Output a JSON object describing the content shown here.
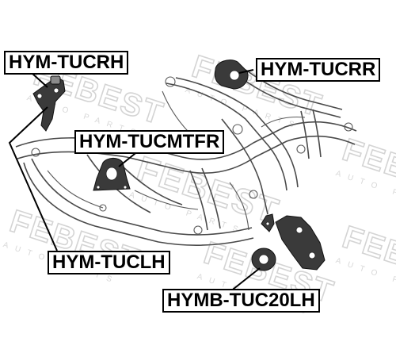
{
  "watermark": {
    "brand": "FEBEST",
    "sub": "AUTO PARTS"
  },
  "labels": {
    "tucrh": "HYM-TUCRH",
    "tucrr": "HYM-TUCRR",
    "tucmtfr": "HYM-TUCMTFR",
    "tuclh": "HYM-TUCLH",
    "tuc20lh": "HYMB-TUC20LH"
  },
  "colors": {
    "part": "#3a3a3a",
    "frame": "#4a4a4a",
    "watermark": "#d4d4d4",
    "label_border": "#000000"
  }
}
